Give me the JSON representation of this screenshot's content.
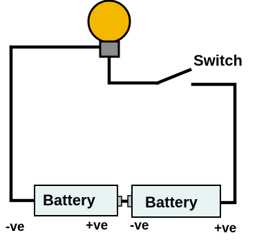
{
  "switch": {
    "label": "Switch"
  },
  "batteries": [
    {
      "label": "Battery",
      "neg": "-ve",
      "pos": "+ve"
    },
    {
      "label": "Battery",
      "neg": "-ve",
      "pos": "+ve"
    }
  ],
  "colors": {
    "wire": "#000000",
    "bulb_glass": "#F5B800",
    "bulb_base": "#8C8C8C",
    "battery_fill": "#E8F4F4",
    "battery_outline": "#000000",
    "battery_terminal": "#B9C9C9"
  },
  "icons": [
    "light-bulb-icon",
    "switch-icon",
    "battery-icon"
  ]
}
